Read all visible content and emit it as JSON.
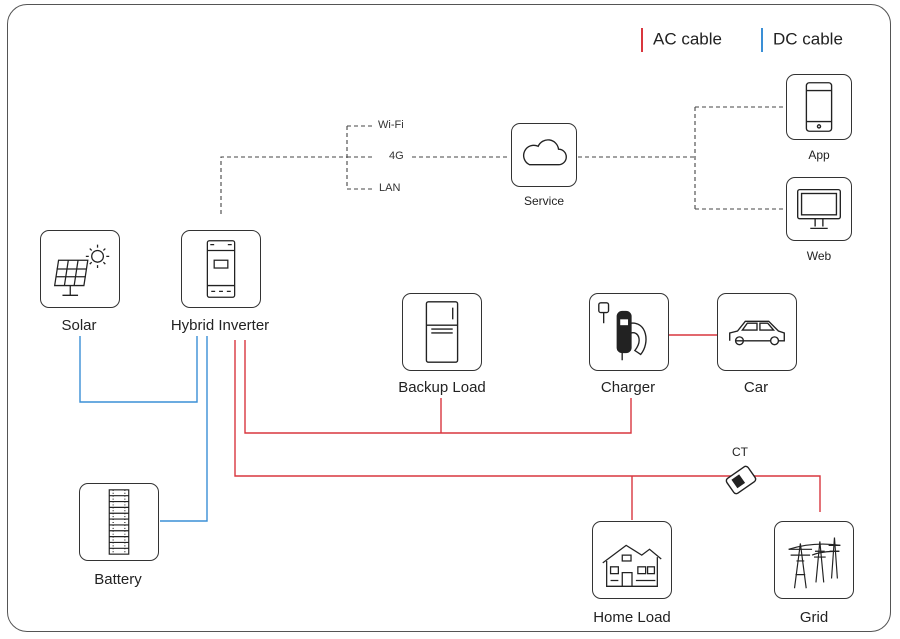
{
  "legend": {
    "ac": {
      "label": "AC cable",
      "color": "#d9363e"
    },
    "dc": {
      "label": "DC cable",
      "color": "#3a8fd6"
    }
  },
  "network": {
    "wifi": "Wi-Fi",
    "fourg": "4G",
    "lan": "LAN",
    "line_style": "dashed"
  },
  "nodes": {
    "solar": {
      "label": "Solar",
      "icon": "solar-panel-icon"
    },
    "inverter": {
      "label": "Hybrid Inverter",
      "icon": "inverter-icon"
    },
    "battery": {
      "label": "Battery",
      "icon": "battery-rack-icon"
    },
    "service": {
      "label": "Service",
      "icon": "cloud-icon"
    },
    "app": {
      "label": "App",
      "icon": "smartphone-icon"
    },
    "web": {
      "label": "Web",
      "icon": "monitor-icon"
    },
    "backup_load": {
      "label": "Backup Load",
      "icon": "refrigerator-icon"
    },
    "charger": {
      "label": "Charger",
      "icon": "ev-charger-icon"
    },
    "car": {
      "label": "Car",
      "icon": "car-icon"
    },
    "ct": {
      "label": "CT",
      "icon": "current-transformer-icon"
    },
    "home_load": {
      "label": "Home Load",
      "icon": "house-icon"
    },
    "grid": {
      "label": "Grid",
      "icon": "power-tower-icon"
    }
  },
  "colors": {
    "ac": "#d9363e",
    "dc": "#3a8fd6",
    "comm": "#444444",
    "border": "#333333"
  }
}
